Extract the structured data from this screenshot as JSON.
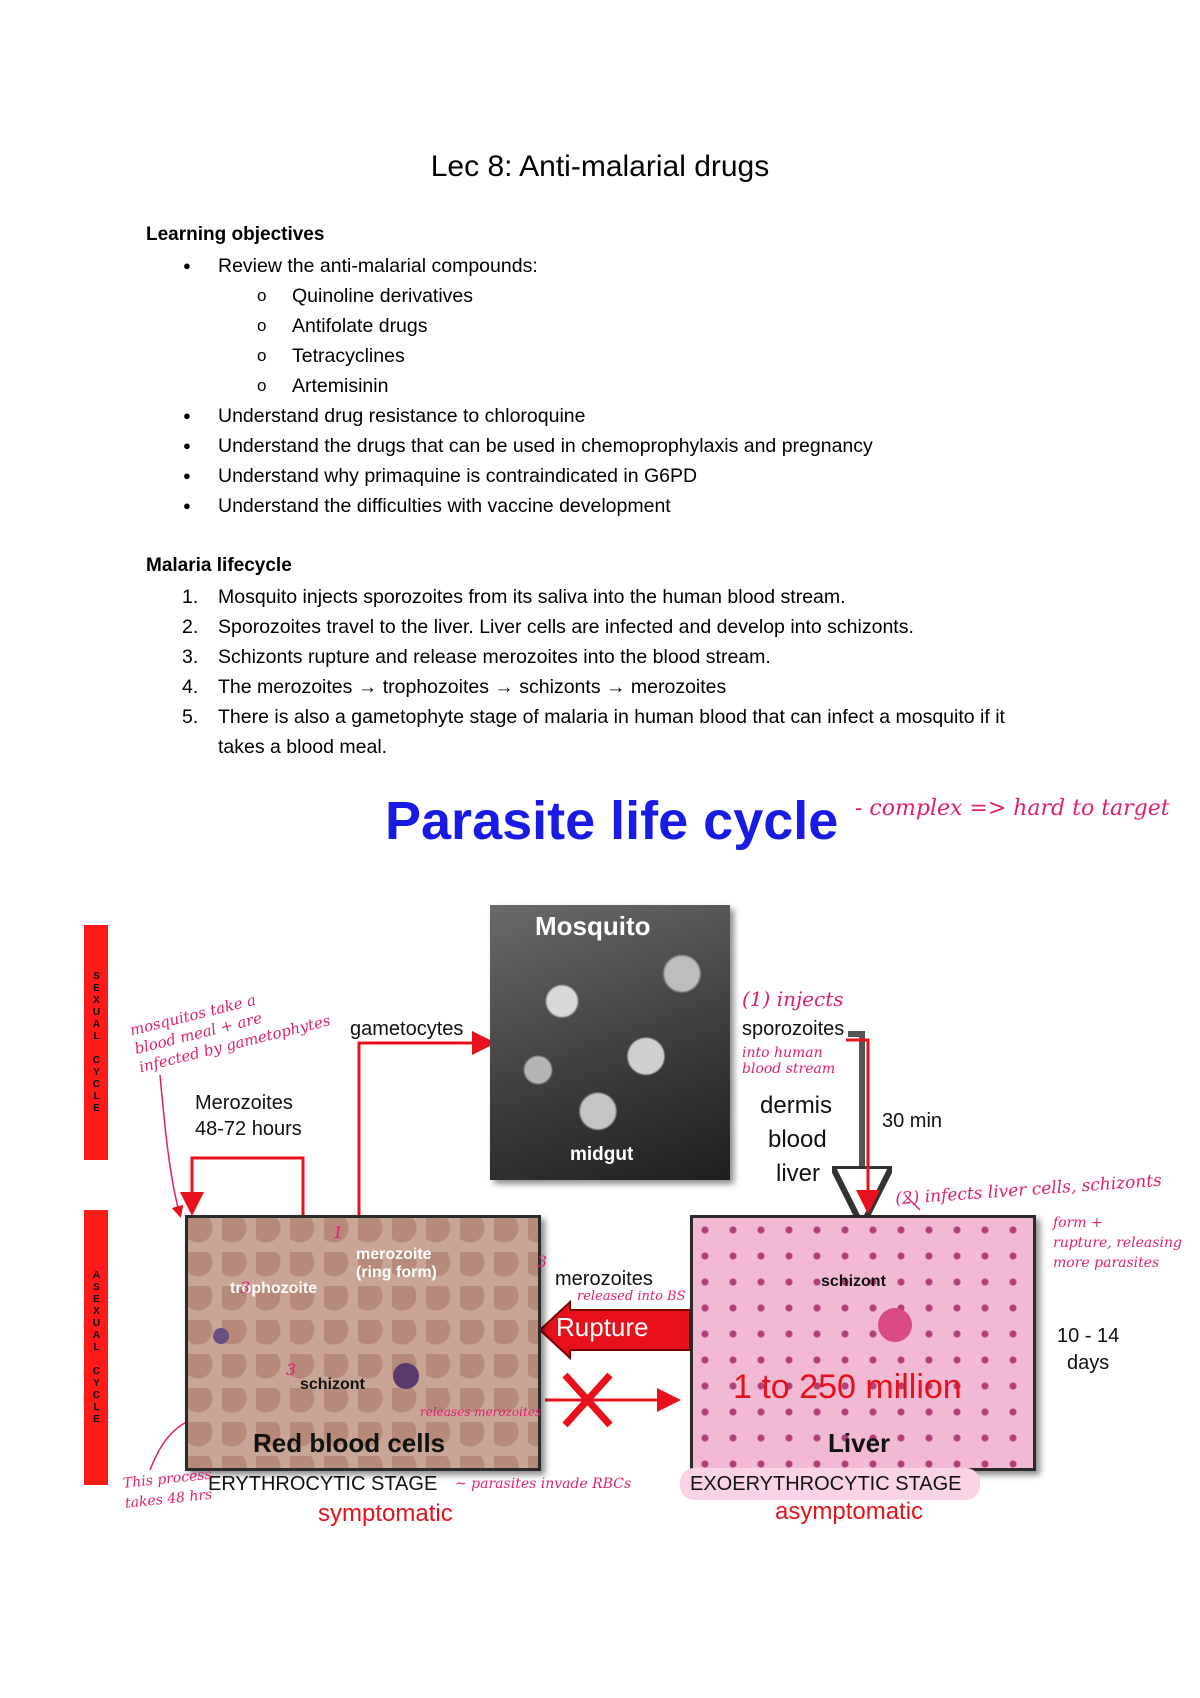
{
  "title": "Lec 8: Anti-malarial drugs",
  "objectives": {
    "heading": "Learning objectives",
    "items": [
      {
        "level": 1,
        "text": "Review the anti-malarial compounds:"
      },
      {
        "level": 2,
        "text": "Quinoline derivatives"
      },
      {
        "level": 2,
        "text": "Antifolate drugs"
      },
      {
        "level": 2,
        "text": "Tetracyclines"
      },
      {
        "level": 2,
        "text": "Artemisinin"
      },
      {
        "level": 1,
        "text": "Understand drug resistance to chloroquine"
      },
      {
        "level": 1,
        "text": "Understand the drugs that can be used in chemoprophylaxis and pregnancy"
      },
      {
        "level": 1,
        "text": "Understand why primaquine is contraindicated in G6PD"
      },
      {
        "level": 1,
        "text": "Understand the difficulties with vaccine development"
      }
    ]
  },
  "lifecycle": {
    "heading": "Malaria lifecycle",
    "steps": [
      {
        "num": "1.",
        "text": "Mosquito injects sporozoites from its saliva into the human blood stream."
      },
      {
        "num": "2.",
        "text": "Sporozoites travel to the liver. Liver cells are infected and develop into schizonts."
      },
      {
        "num": "3.",
        "text": "Schizonts rupture and release merozoites into the blood stream."
      },
      {
        "num": "4.",
        "text": "The merozoites → trophozoites → schizonts → merozoites"
      },
      {
        "num": "5.",
        "text": "There is also a gametophyte stage of malaria in human blood that can infect a mosquito if it takes a blood meal."
      }
    ]
  },
  "diagram": {
    "heading": "Parasite life cycle",
    "annotation_heading": "- complex => hard to target",
    "sexual_bar": "SEXUAL CYCLE",
    "asexual_bar": "ASEXUAL CYCLE",
    "mosquito_label": "Mosquito",
    "midgut_label": "midgut",
    "gametocytes": "gametocytes",
    "sporozoites": "sporozoites",
    "dermis": "dermis",
    "blood": "blood",
    "liver_word": "liver",
    "time_30": "30 min",
    "merozoites_title": "Merozoites",
    "merozoites_hours": "48-72 hours",
    "rbc": {
      "merozoite_ring_1": "merozoite",
      "merozoite_ring_2": "(ring form)",
      "trophozoite": "trophozoite",
      "schizont": "schizont",
      "caption": "Red blood cells"
    },
    "merozoites_mid": "merozoites",
    "rupture": "Rupture",
    "liver": {
      "schizont": "schizont",
      "count": "1 to 250 million",
      "caption": "Liver"
    },
    "days_1": "10 - 14",
    "days_2": "days",
    "erythrocytic": "ERYTHROCYTIC STAGE",
    "exoerythrocytic": "EXOERYTHROCYTIC STAGE",
    "symptomatic": "symptomatic",
    "asymptomatic": "asymptomatic",
    "notes": {
      "mosquito_meal_1": "mosquitos take a",
      "mosquito_meal_2": "blood meal + are",
      "mosquito_meal_3": "infected by gametophytes",
      "injects": "(1) injects",
      "into_blood_1": "into human",
      "into_blood_2": "blood stream",
      "infects_liver": "(2) infects liver cells, schizonts",
      "form_1": "form +",
      "form_2": "rupture, releasing",
      "form_3": "more parasites",
      "released_bs": "released into BS",
      "releases_merozoites": "releases merozoites",
      "process_1": "This process",
      "process_2": "takes 48 hrs",
      "parasites_invade": "~ parasites invade RBCs",
      "num1": "1",
      "num3": "3"
    },
    "colors": {
      "accent_red": "#e8101a",
      "heading_blue": "#1a1ae6",
      "annotation_pink": "#e0206f"
    }
  }
}
